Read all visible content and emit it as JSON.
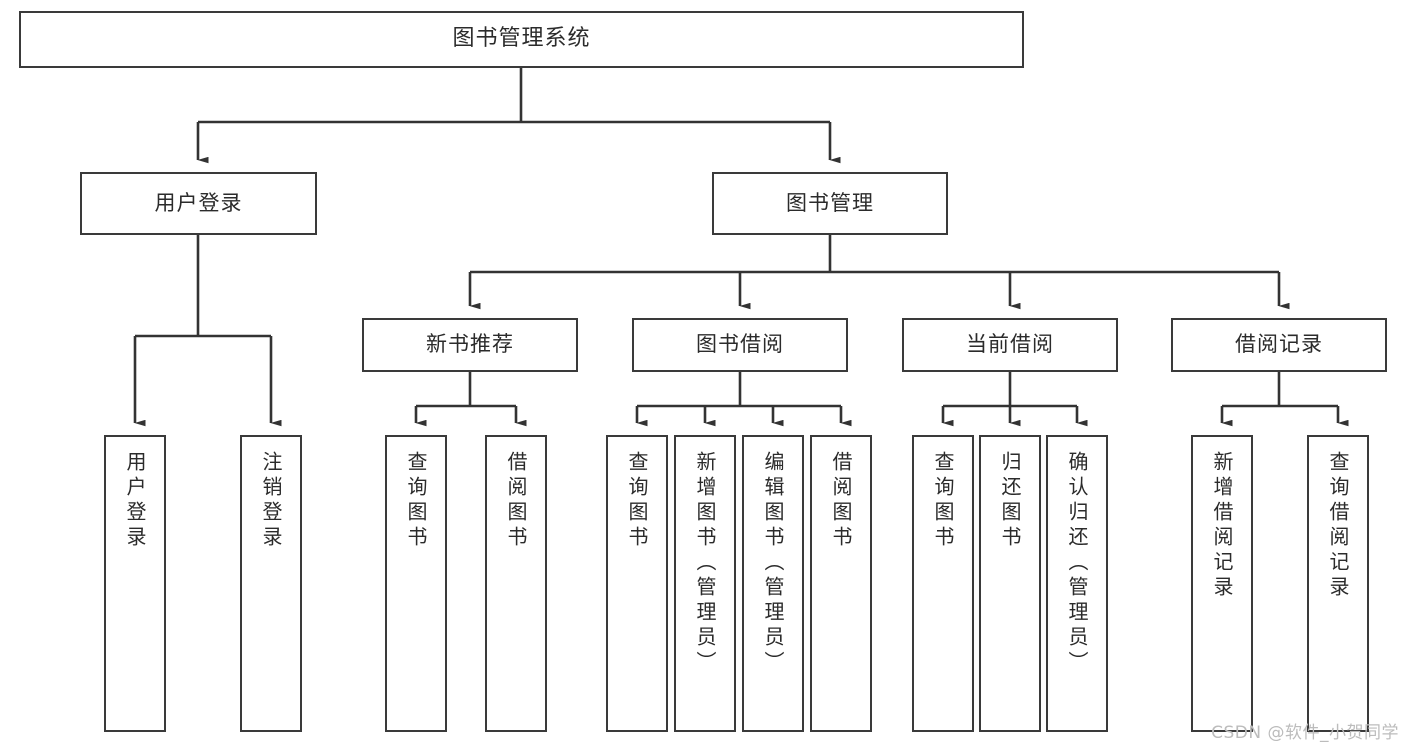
{
  "diagram": {
    "title": "图书管理系统",
    "type": "tree-hierarchy",
    "watermark": "CSDN @软件_小贺同学",
    "colors": {
      "border": "#3a3a3a",
      "fill": "#ffffff",
      "text": "#2b2b2b",
      "connector": "#333333",
      "watermark": "#bcbcbc"
    },
    "nodes": {
      "root": {
        "label": "图书管理系统"
      },
      "level1": [
        {
          "label": "用户登录"
        },
        {
          "label": "图书管理"
        }
      ],
      "level2": [
        {
          "label": "新书推荐"
        },
        {
          "label": "图书借阅"
        },
        {
          "label": "当前借阅"
        },
        {
          "label": "借阅记录"
        }
      ],
      "leaves": {
        "user_login": [
          {
            "label": "用户登录"
          },
          {
            "label": "注销登录"
          }
        ],
        "new_book": [
          {
            "label": "查询图书"
          },
          {
            "label": "借阅图书"
          }
        ],
        "borrow_book": [
          {
            "label": "查询图书"
          },
          {
            "label": "新增图书（管理员）"
          },
          {
            "label": "编辑图书（管理员）"
          },
          {
            "label": "借阅图书"
          }
        ],
        "current_borrow": [
          {
            "label": "查询图书"
          },
          {
            "label": "归还图书"
          },
          {
            "label": "确认归还（管理员）"
          }
        ],
        "borrow_record": [
          {
            "label": "新增借阅记录"
          },
          {
            "label": "查询借阅记录"
          }
        ]
      }
    }
  }
}
